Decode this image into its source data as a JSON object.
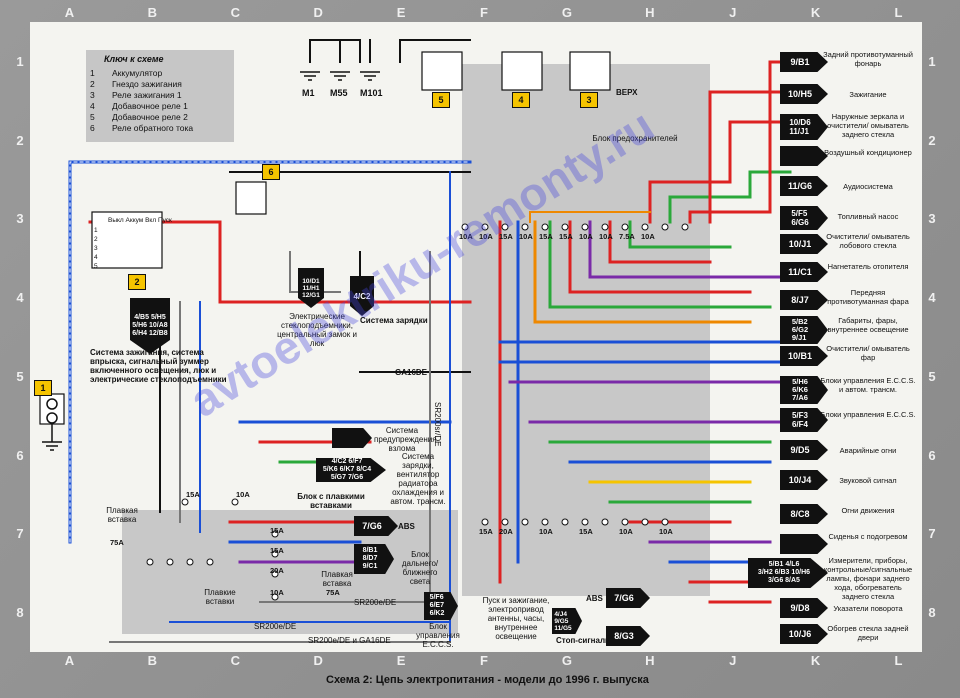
{
  "grid": {
    "columns": [
      "A",
      "B",
      "C",
      "D",
      "E",
      "F",
      "G",
      "H",
      "J",
      "K",
      "L"
    ],
    "rows": [
      "1",
      "2",
      "3",
      "4",
      "5",
      "6",
      "7",
      "8"
    ]
  },
  "key": {
    "title": "Ключ к схеме",
    "items": [
      {
        "num": "1",
        "text": "Аккумулятор"
      },
      {
        "num": "2",
        "text": "Гнездо зажигания"
      },
      {
        "num": "3",
        "text": "Реле зажигания 1"
      },
      {
        "num": "4",
        "text": "Добавочное реле 1"
      },
      {
        "num": "5",
        "text": "Добавочное реле 2"
      },
      {
        "num": "6",
        "text": "Реле обратного тока"
      }
    ]
  },
  "grounds": [
    "M1",
    "M55",
    "M101"
  ],
  "component_numbers": [
    "5",
    "4",
    "3",
    "6",
    "2",
    "1"
  ],
  "ignition_switch": {
    "headers": [
      "Выкл",
      "Аккум",
      "Вкл",
      "Пуск"
    ],
    "rows": [
      "1",
      "2",
      "3",
      "4",
      "5"
    ]
  },
  "fusebox": {
    "direction_label": "ВЕРХ",
    "title": "Блок предохранителей"
  },
  "relay_block": {
    "title": "Блок с плавкими вставками",
    "fusible_link_label": "Плавкая вставка",
    "fusible_links_label": "Плавкие вставки",
    "fuse_values": [
      "15A",
      "10A",
      "75A",
      "15A",
      "15A",
      "20A",
      "10A",
      "75A"
    ]
  },
  "right_outputs": [
    {
      "code": "9/B1",
      "text": "Задний противотуманный фонарь"
    },
    {
      "code": "10/H5",
      "text": "Зажигание"
    },
    {
      "code": "10/D6\n11/J1",
      "text": "Наружные зеркала и очистители/ омыватель заднего стекла"
    },
    {
      "code": "",
      "text": "Воздушный кондиционер"
    },
    {
      "code": "11/G6",
      "text": "Аудиосистема"
    },
    {
      "code": "5/F5\n6/G6",
      "text": "Топливный насос"
    },
    {
      "code": "10/J1",
      "text": "Очистители/ омыватель лобового стекла"
    },
    {
      "code": "11/C1",
      "text": "Нагнетатель отопителя"
    },
    {
      "code": "8/J7",
      "text": "Передняя противотуманная фара"
    },
    {
      "code": "5/B2\n6/G2\n9/J1",
      "text": "Габариты, фары, внутреннее освещение"
    },
    {
      "code": "10/B1",
      "text": "Очистители/ омыватель фар"
    },
    {
      "code": "5/H6\n6/K6\n7/A6",
      "text": "Блоки управления E.C.C.S. и автом. трансм."
    },
    {
      "code": "5/F3\n6/F4",
      "text": "Блоки управления E.C.C.S."
    },
    {
      "code": "9/D5",
      "text": "Аварийные огни"
    },
    {
      "code": "10/J4",
      "text": "Звуковой сигнал"
    },
    {
      "code": "8/C8",
      "text": "Огни движения"
    },
    {
      "code": "",
      "text": "Сиденья с подогревом"
    },
    {
      "code": "5/B1 4/L6\n3/H2 6/B3 10/H6\n3/G6 8/A5",
      "text": "Измерители, приборы, контрольные/сигнальные лампы, фонари заднего хода, обогреватель заднего стекла"
    },
    {
      "code": "9/D8",
      "text": "Указатели поворота"
    },
    {
      "code": "10/J6",
      "text": "Обогрев стекла задней двери"
    }
  ],
  "middle_arrows": [
    {
      "code": "",
      "text": "Система предупреждения взлома"
    },
    {
      "code": "4/C2 6/F7\n5/K6 6/K7 8/C4\n5/G7 7/G6",
      "text": "Система зарядки, вентилятор радиатора охлаждения и автом. трансм."
    },
    {
      "code": "7/G6",
      "text": "ABS"
    },
    {
      "code": "8/B1\n8/D7\n9/C1",
      "text": "Блок дальнего/ ближнего света"
    },
    {
      "code": "5/F6\n6/E7\n6/K2",
      "text": "Блок управления E.C.C.S."
    },
    {
      "code": "7/G6",
      "text": "ABS"
    },
    {
      "code": "4/J4\n9/G5\n11/G5",
      "text": "Пуск и зажигание, электропривод антенны, часы, внутреннее освещение"
    },
    {
      "code": "8/G3",
      "text": "Стоп-сигналы"
    }
  ],
  "left_texts": {
    "ignition_codes": "4/B5 5/H5\n5/H6 10/A8\n6/H4 12/B8",
    "ignition_desc": "Система зажигания, система впрыска, сигнальный зуммер включенного освещения, люк и электрические стеклоподъемники",
    "window_codes": "10/D1\n11/H1\n12/G1",
    "window_desc": "Электрические стеклоподъемники, центральный замок и люк",
    "charge_code": "4/C2",
    "charge_desc": "Система зарядки"
  },
  "wire_labels": {
    "ga16de": "GA16DE",
    "sr_vertical": "SR200sr/DE",
    "sr200e": "SR200e/DE",
    "sr200e2": "SR200e/DE",
    "sr_ga": "SR200e/DE и GA16DE"
  },
  "fuse_small": [
    "10A",
    "10A",
    "15A",
    "10A",
    "15A",
    "15A",
    "10A",
    "10A",
    "7.5A",
    "10A",
    "15A",
    "20A",
    "10A",
    "15A",
    "10A",
    "10A"
  ],
  "caption": "Схема 2: Цепь электропитания - модели до 1996 г. выпуска",
  "watermark": "avtoelektriku-remonty.ru"
}
